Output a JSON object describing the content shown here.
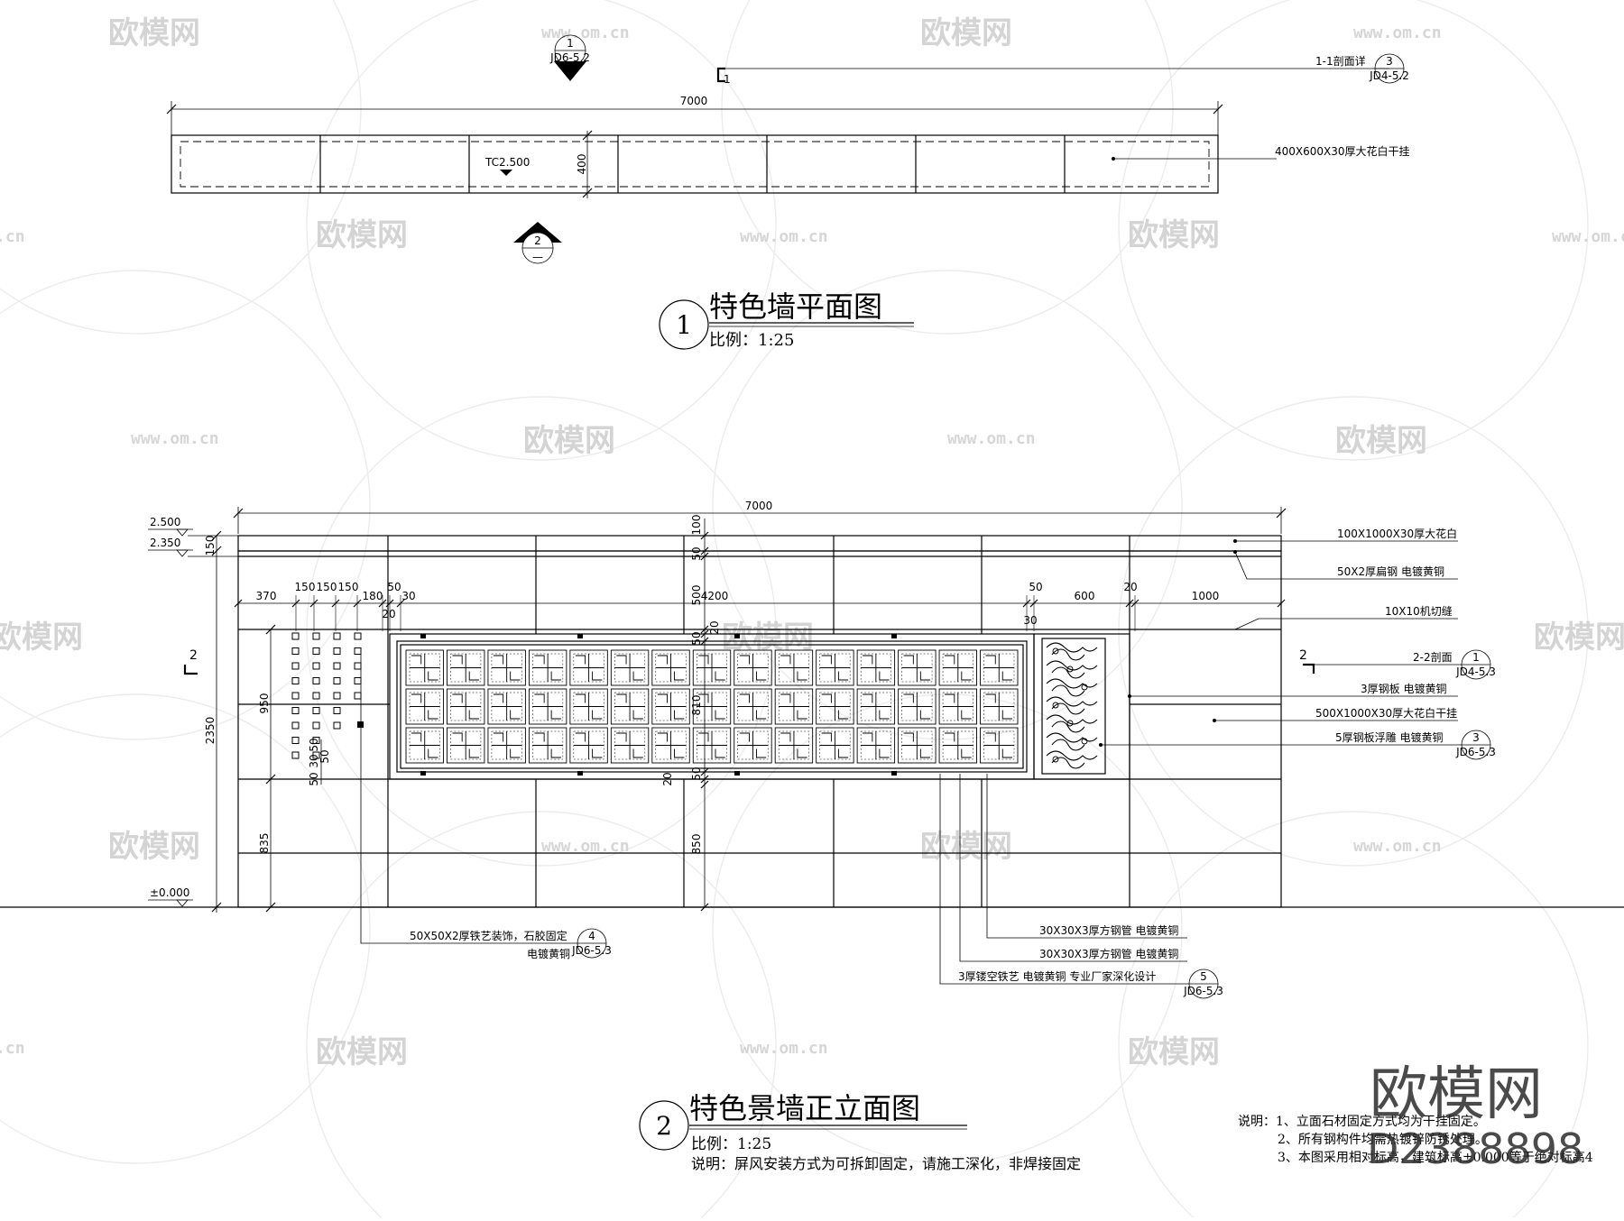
{
  "plan": {
    "title": "特色墙平面图",
    "number": "1",
    "scale": "比例：1:25",
    "overall_dim": "7000",
    "depth_dim": "400",
    "top_level": "TC2.500",
    "section_mark_label": "1",
    "section_ref_label": "1-1剖面详",
    "section_ref_num": "3",
    "section_ref_sheet": "JD4-5.2",
    "top_callout_num": "1",
    "top_callout_sheet": "JD6-5.2",
    "bottom_callout_num": "2",
    "bottom_callout_sheet": "—",
    "note_stone": "400X600X30厚大花白干挂"
  },
  "elevation": {
    "title": "特色景墙正立面图",
    "number": "2",
    "scale": "比例：1:25",
    "remark": "说明：屏风安装方式为可拆卸固定，请施工深化，非焊接固定",
    "overall_dim": "7000",
    "levels": [
      "2.500",
      "2.350",
      "±0.000"
    ],
    "left_dims": [
      "150",
      "2350",
      "950",
      "835"
    ],
    "top_dims": [
      "370",
      "150",
      "150",
      "150",
      "180",
      "50",
      "30",
      "20",
      "4200",
      "50",
      "600",
      "20",
      "1000",
      "30"
    ],
    "center_dims": [
      "100",
      "50",
      "500",
      "20",
      "50",
      "810",
      "50",
      "20",
      "850"
    ],
    "small_dims": [
      "50",
      "30",
      "50",
      "50"
    ],
    "section_mark": "2",
    "right_notes": [
      {
        "text": "100X1000X30厚大花白"
      },
      {
        "text": "50X2厚扁钢  电镀黄铜"
      },
      {
        "text": "10X10机切缝"
      },
      {
        "text": "2-2剖面",
        "num": "1",
        "sheet": "JD4-5.3"
      },
      {
        "text": "3厚钢板  电镀黄铜"
      },
      {
        "text": "500X1000X30厚大花白干挂"
      },
      {
        "text": "5厚钢板浮雕  电镀黄铜",
        "num": "3",
        "sheet": "JD6-5.3"
      }
    ],
    "bottom_notes": [
      {
        "text": "30X30X3厚方钢管  电镀黄铜"
      },
      {
        "text": "30X30X3厚方钢管  电镀黄铜"
      },
      {
        "text": "3厚镂空铁艺  电镀黄铜  专业厂家深化设计",
        "num": "5",
        "sheet": "JD6-5.3"
      }
    ],
    "left_note": {
      "line1": "50X50X2厚铁艺装饰，石胶固定",
      "line2": "电镀黄铜",
      "num": "4",
      "sheet": "JD6-5.3"
    }
  },
  "general_notes": [
    "说明：1、立面石材固定方式均为干挂固定。",
    "2、所有钢构件均需热镀锌防锈处理。",
    "3、本图采用相对标高，建筑标高±0.000等于绝对标高4"
  ],
  "watermark": {
    "brand": "欧模网",
    "url": "www.om.cn",
    "id": "D2388898"
  }
}
